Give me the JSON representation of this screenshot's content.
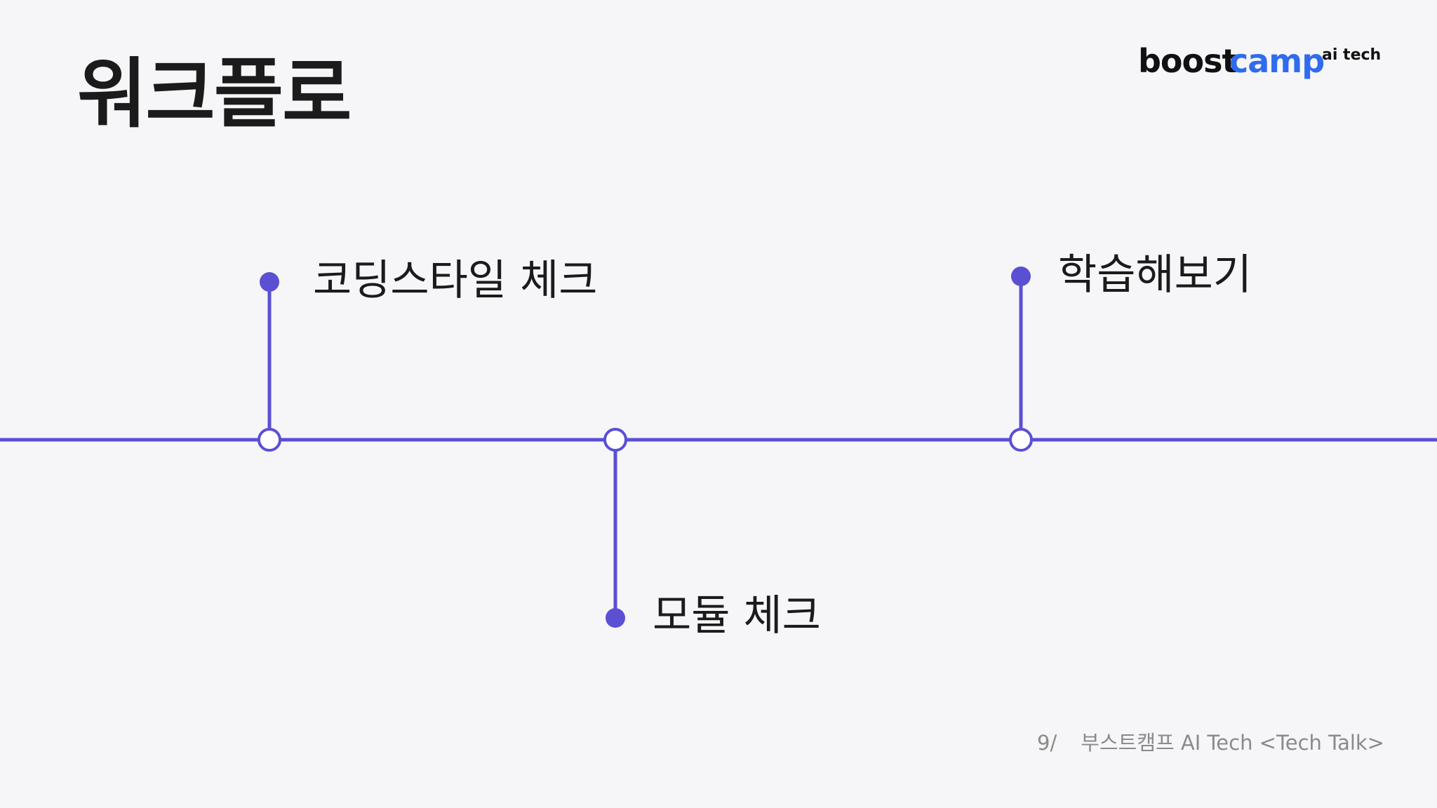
{
  "slide": {
    "title": "워크플로",
    "logo": {
      "boost": "boost",
      "camp": "camp",
      "superscript": "ai tech",
      "colors": {
        "boost": "#111111",
        "camp": "#2f6bef"
      }
    },
    "timeline": {
      "line_color": "#5b4fd4",
      "milestones": [
        {
          "label": "코딩스타일 체크",
          "position": "above"
        },
        {
          "label": "모듈 체크",
          "position": "below"
        },
        {
          "label": "학습해보기",
          "position": "above"
        }
      ]
    },
    "footer": {
      "page_number": "9/",
      "course_title": "부스트캠프 AI Tech <Tech Talk>"
    }
  }
}
